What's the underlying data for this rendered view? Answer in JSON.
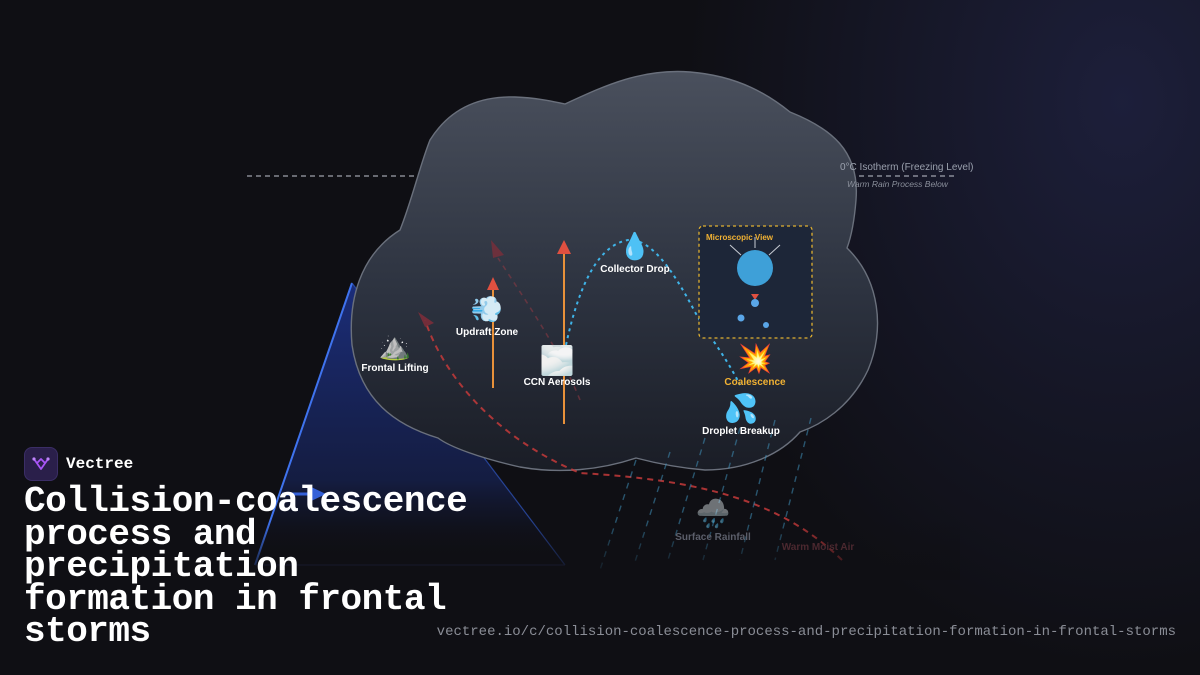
{
  "diagram": {
    "isotherm_label": "0°C Isotherm (Freezing Level)",
    "isotherm_sublabel": "Warm Rain Process Below",
    "microscopic_view_label": "Microscopic View",
    "nodes": {
      "frontal_lifting": {
        "label": "Frontal Lifting",
        "icon": "⛰️",
        "icon_name": "mountain-icon"
      },
      "updraft_zone": {
        "label": "Updraft Zone",
        "icon": "💨",
        "icon_name": "wind-icon"
      },
      "ccn_aerosols": {
        "label": "CCN Aerosols",
        "icon": "🌫️",
        "icon_name": "fog-icon"
      },
      "collector_drop": {
        "label": "Collector Drop",
        "icon": "💧",
        "icon_name": "droplet-icon"
      },
      "coalescence": {
        "label": "Coalescence",
        "icon": "💥",
        "icon_name": "collision-icon"
      },
      "droplet_breakup": {
        "label": "Droplet Breakup",
        "icon": "💦",
        "icon_name": "splash-icon"
      },
      "surface_rainfall": {
        "label": "Surface Rainfall",
        "icon": "🌧️",
        "icon_name": "rain-cloud-icon"
      },
      "warm_moist_air": {
        "label": "Warm Moist Air"
      }
    },
    "colors": {
      "cloud": "#3a4150",
      "cold_front": "#2e5fd6",
      "updraft": "#e8913a",
      "arrowhead": "#e05040",
      "collector_path": "#3fb4e8",
      "coalescence": "#f2b233",
      "warm_air": "#c43a3a"
    }
  },
  "brand": {
    "name": "Vectree"
  },
  "title": "Collision-coalescence process and precipitation formation in frontal storms",
  "url": "vectree.io/c/collision-coalescence-process-and-precipitation-formation-in-frontal-storms"
}
